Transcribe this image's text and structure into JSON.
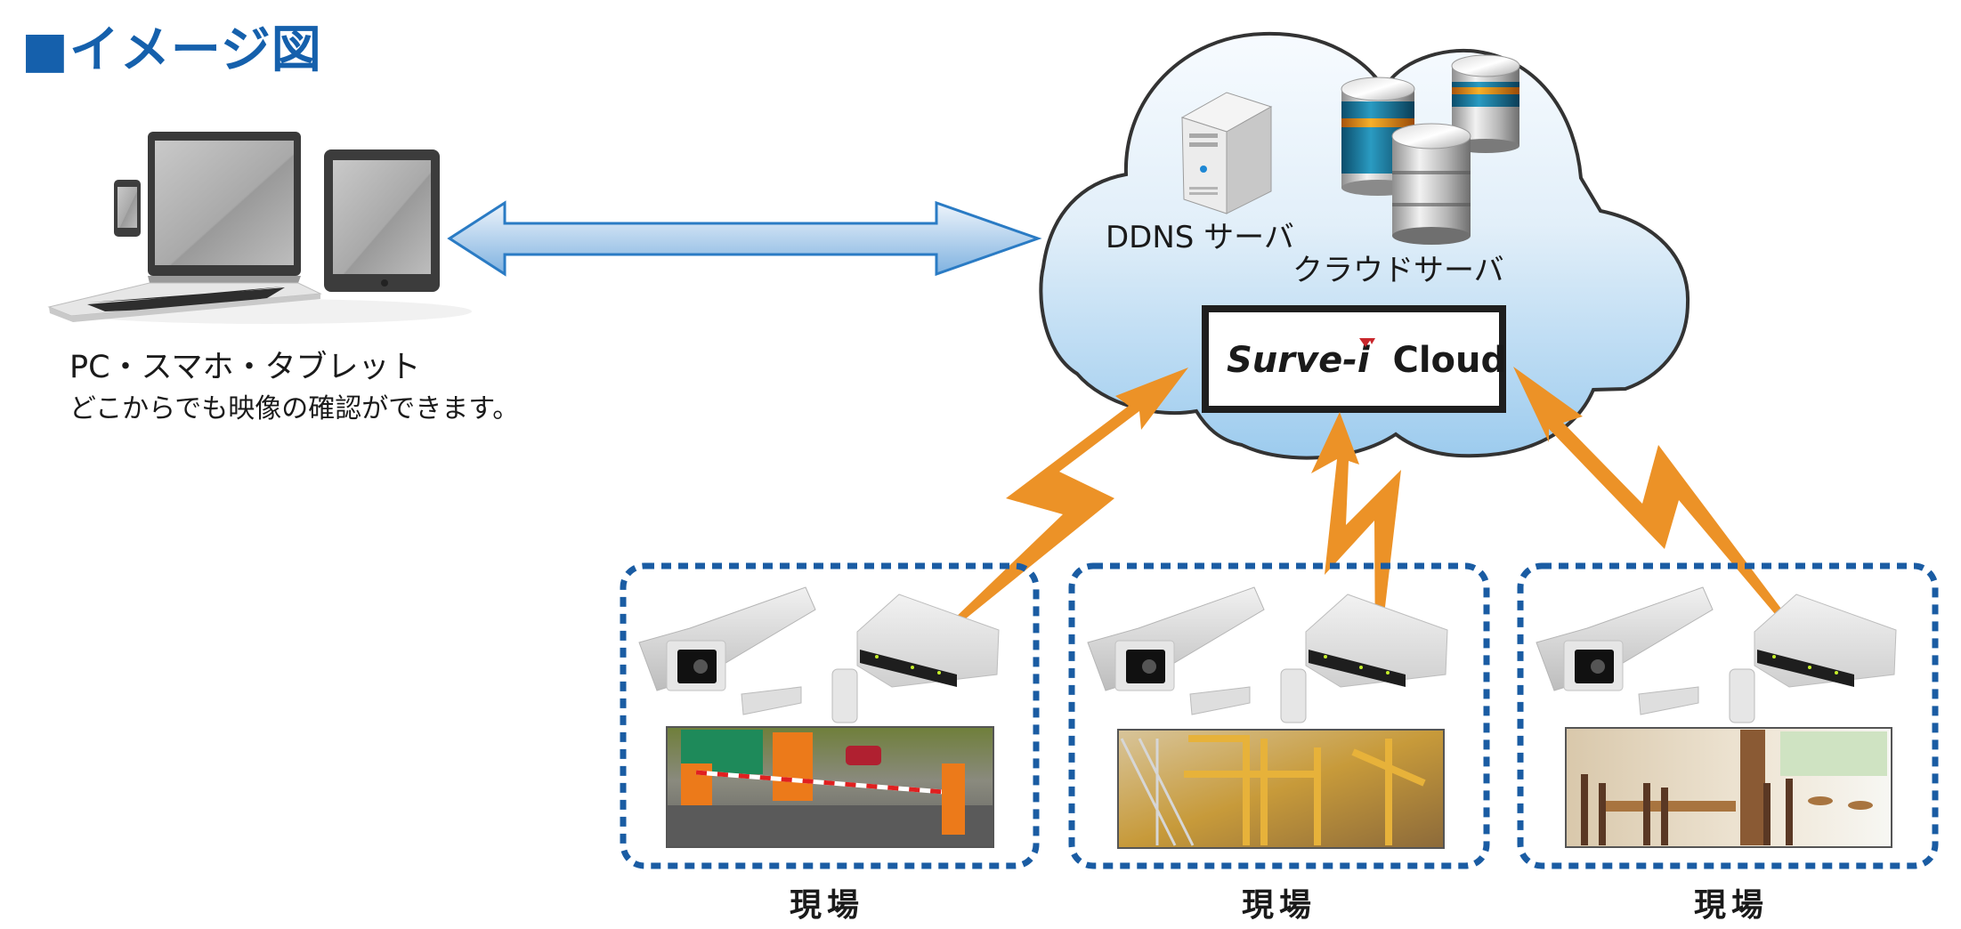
{
  "title": "■イメージ図",
  "colors": {
    "title": "#1560ac",
    "arrow_stroke": "#2a7bc4",
    "cloud_outline": "#333333",
    "cloud_top": "#f4f9fe",
    "cloud_bottom": "#9fcdef",
    "bolt": "#ec9227",
    "site_border": "#1a5ca3",
    "logo_accent": "#c8262b"
  },
  "client": {
    "label": "PC・スマホ・タブレット",
    "description": "どこからでも映像の確認ができます。",
    "icons": [
      "smartphone-icon",
      "laptop-icon",
      "tablet-icon"
    ]
  },
  "link": {
    "icon": "double-arrow-icon"
  },
  "cloud": {
    "servers": [
      {
        "icon": "server-tower-icon",
        "label": "DDNS サーバ"
      },
      {
        "icon": "database-stack-icon",
        "label": "クラウドサーバ"
      }
    ],
    "service": {
      "brand": "Surve-i",
      "suffix": "Cloud"
    }
  },
  "sites": [
    {
      "label": "現場",
      "scene": "parking-gate-photo",
      "devices": [
        "security-camera-icon",
        "router-icon"
      ]
    },
    {
      "label": "現場",
      "scene": "construction-site-photo",
      "devices": [
        "security-camera-icon",
        "router-icon"
      ]
    },
    {
      "label": "現場",
      "scene": "cafe-interior-photo",
      "devices": [
        "security-camera-icon",
        "router-icon"
      ]
    }
  ],
  "connections": {
    "icon": "wireless-lightning-icon",
    "count": 3
  }
}
